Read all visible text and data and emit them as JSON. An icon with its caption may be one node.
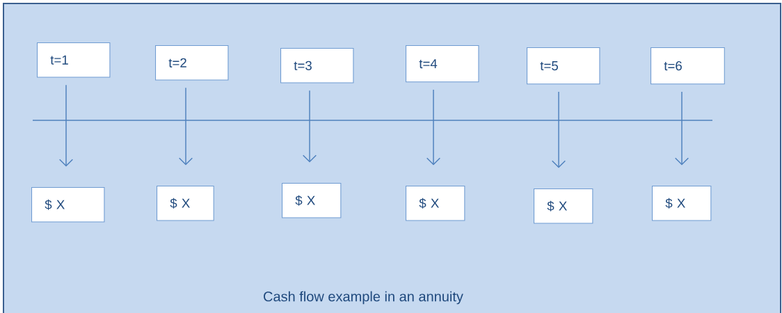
{
  "diagram": {
    "caption": "Cash flow example in an annuity",
    "nodes": [
      {
        "text": [
          "t=1"
        ]
      },
      {
        "text": [
          "t=2"
        ]
      },
      {
        "text": [
          "t=3"
        ]
      },
      {
        "text": [
          "t=4"
        ]
      },
      {
        "text": [
          "t=5"
        ]
      },
      {
        "text": [
          "t=6"
        ]
      },
      {
        "text": [
          "$ X"
        ]
      },
      {
        "text": [
          "$ X"
        ]
      },
      {
        "text": [
          "$ X"
        ]
      },
      {
        "text": [
          "$ X"
        ]
      },
      {
        "text": [
          "$ X"
        ]
      },
      {
        "text": [
          "$ X"
        ]
      }
    ],
    "edges": [
      {
        "from": 0,
        "to": 6,
        "arrow": "to"
      },
      {
        "from": 1,
        "to": 7,
        "arrow": "to"
      },
      {
        "from": 2,
        "to": 8,
        "arrow": "to"
      },
      {
        "from": 3,
        "to": 9,
        "arrow": "to"
      },
      {
        "from": 4,
        "to": 10,
        "arrow": "to"
      },
      {
        "from": 5,
        "to": 11,
        "arrow": "to"
      }
    ]
  }
}
